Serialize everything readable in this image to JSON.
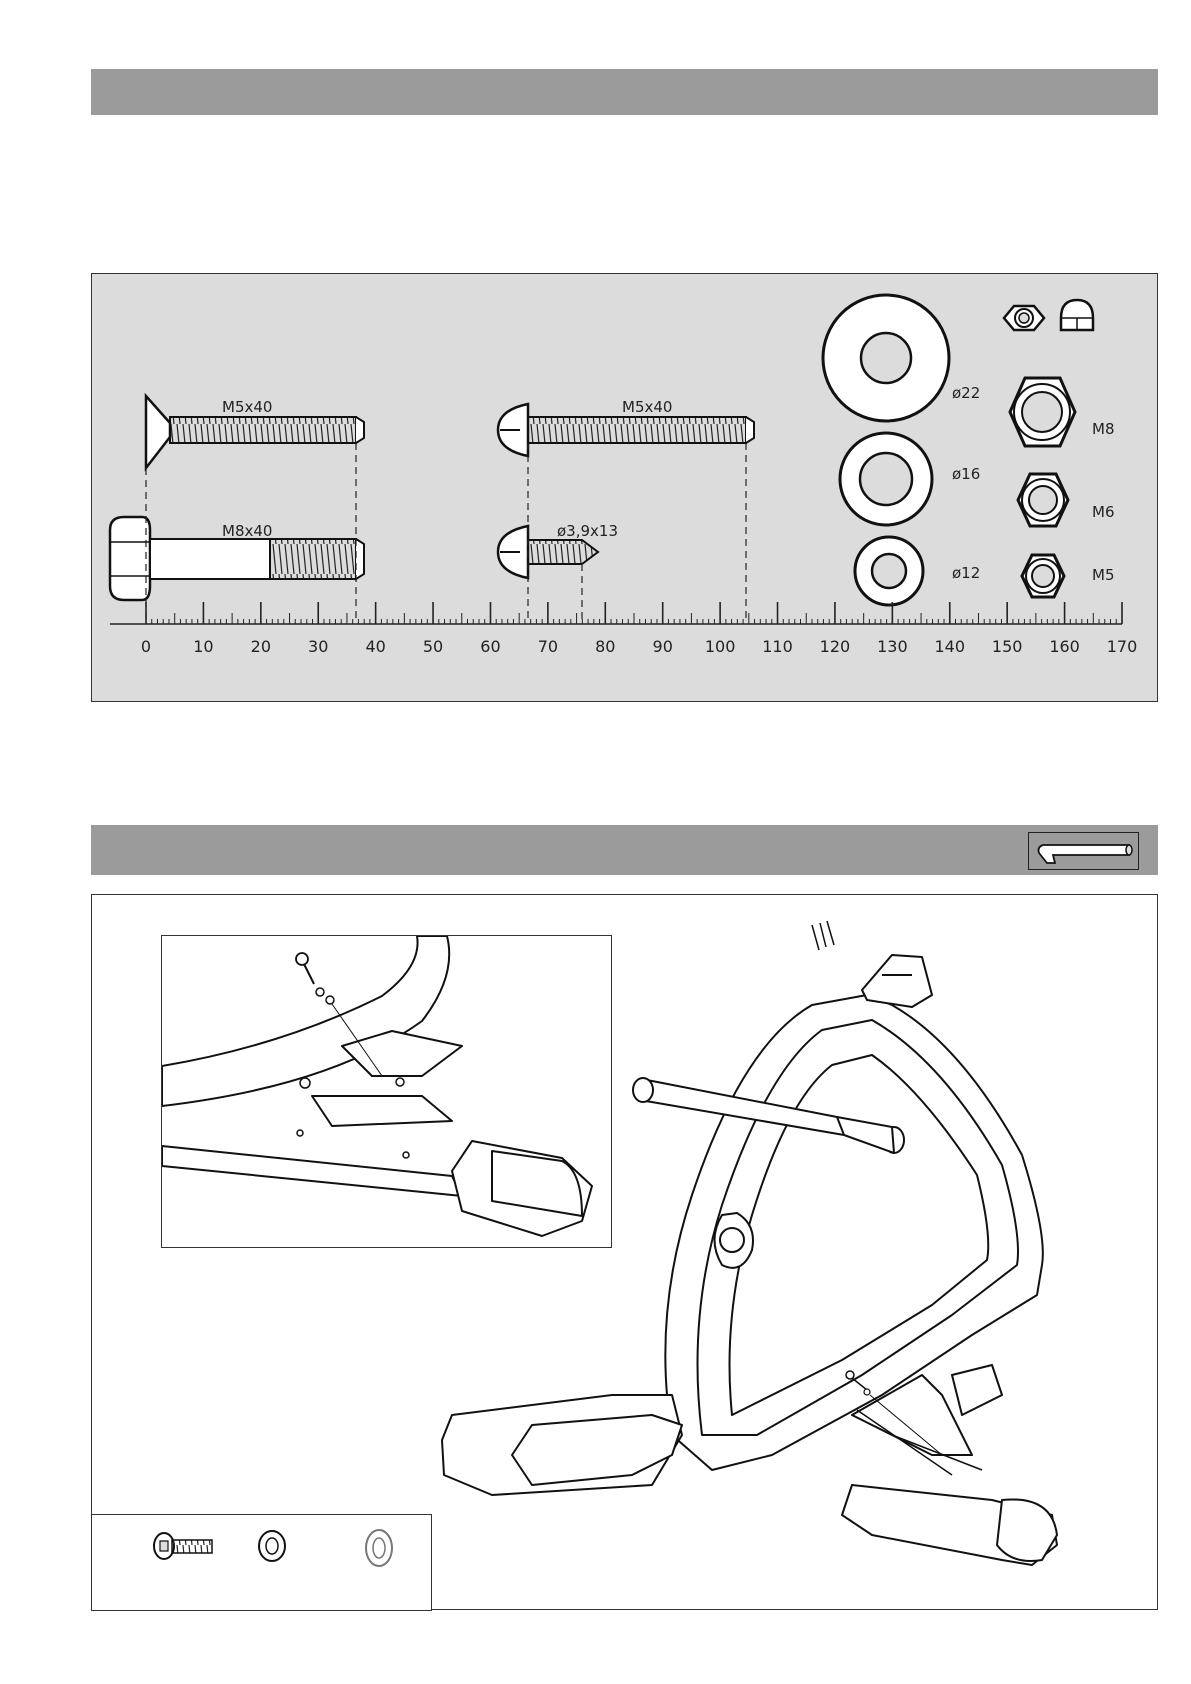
{
  "hardware": {
    "labels": {
      "countersunk_bolt": "M5x40",
      "round_head_bolt": "M5x40",
      "hex_bolt": "M8x40",
      "tapping_screw": "ø3,9x13",
      "washer_large": "ø22",
      "washer_medium": "ø16",
      "washer_small": "ø12",
      "nut_m8": "M8",
      "nut_m6": "M6",
      "nut_m5": "M5"
    },
    "ruler": {
      "min": 0,
      "max": 170,
      "major_step": 10,
      "labels": [
        "0",
        "10",
        "20",
        "30",
        "40",
        "50",
        "60",
        "70",
        "80",
        "90",
        "100",
        "110",
        "120",
        "130",
        "140",
        "150",
        "160",
        "170"
      ]
    }
  },
  "icons": {
    "tool": "hex-key-icon"
  }
}
